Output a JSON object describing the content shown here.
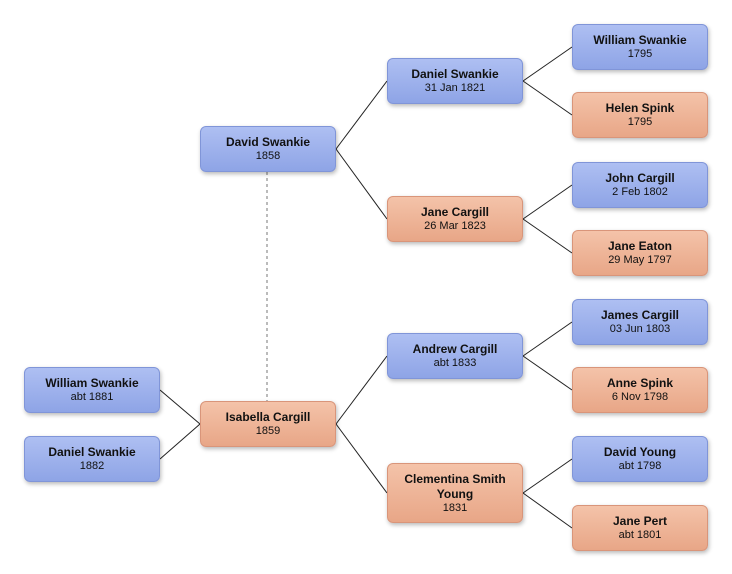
{
  "people": {
    "p_david_swankie": {
      "name": "David Swankie",
      "date": "1858",
      "sex": "male"
    },
    "p_isabella_cargill": {
      "name": "Isabella Cargill",
      "date": "1859",
      "sex": "female"
    },
    "p_daniel_swankie_1821": {
      "name": "Daniel Swankie",
      "date": "31 Jan 1821",
      "sex": "male"
    },
    "p_jane_cargill": {
      "name": "Jane Cargill",
      "date": "26 Mar 1823",
      "sex": "female"
    },
    "p_william_swankie_1795": {
      "name": "William Swankie",
      "date": "1795",
      "sex": "male"
    },
    "p_helen_spink": {
      "name": "Helen Spink",
      "date": "1795",
      "sex": "female"
    },
    "p_john_cargill": {
      "name": "John Cargill",
      "date": "2 Feb 1802",
      "sex": "male"
    },
    "p_jane_eaton": {
      "name": "Jane Eaton",
      "date": "29 May 1797",
      "sex": "female"
    },
    "p_andrew_cargill": {
      "name": "Andrew Cargill",
      "date": "abt 1833",
      "sex": "male"
    },
    "p_clementina": {
      "name": "Clementina Smith Young",
      "date": "1831",
      "sex": "female"
    },
    "p_james_cargill": {
      "name": "James Cargill",
      "date": "03 Jun 1803",
      "sex": "male"
    },
    "p_anne_spink": {
      "name": "Anne Spink",
      "date": "6 Nov 1798",
      "sex": "female"
    },
    "p_david_young": {
      "name": "David Young",
      "date": "abt 1798",
      "sex": "male"
    },
    "p_jane_pert": {
      "name": "Jane Pert",
      "date": "abt 1801",
      "sex": "female"
    },
    "p_william_swankie_1881": {
      "name": "William Swankie",
      "date": "abt 1881",
      "sex": "male"
    },
    "p_daniel_swankie_1882": {
      "name": "Daniel Swankie",
      "date": "1882",
      "sex": "male"
    }
  },
  "relations": {
    "parents": [
      {
        "child": "p_david_swankie",
        "father": "p_daniel_swankie_1821",
        "mother": "p_jane_cargill"
      },
      {
        "child": "p_daniel_swankie_1821",
        "father": "p_william_swankie_1795",
        "mother": "p_helen_spink"
      },
      {
        "child": "p_jane_cargill",
        "father": "p_john_cargill",
        "mother": "p_jane_eaton"
      },
      {
        "child": "p_isabella_cargill",
        "father": "p_andrew_cargill",
        "mother": "p_clementina"
      },
      {
        "child": "p_andrew_cargill",
        "father": "p_james_cargill",
        "mother": "p_anne_spink"
      },
      {
        "child": "p_clementina",
        "father": "p_david_young",
        "mother": "p_jane_pert"
      }
    ],
    "couples": [
      {
        "husband": "p_david_swankie",
        "wife": "p_isabella_cargill",
        "children": [
          "p_william_swankie_1881",
          "p_daniel_swankie_1882"
        ]
      }
    ]
  },
  "colors": {
    "male_fill": "#9db1ec",
    "female_fill": "#eeb498",
    "line": "#222222",
    "marriage_line": "#777777"
  }
}
